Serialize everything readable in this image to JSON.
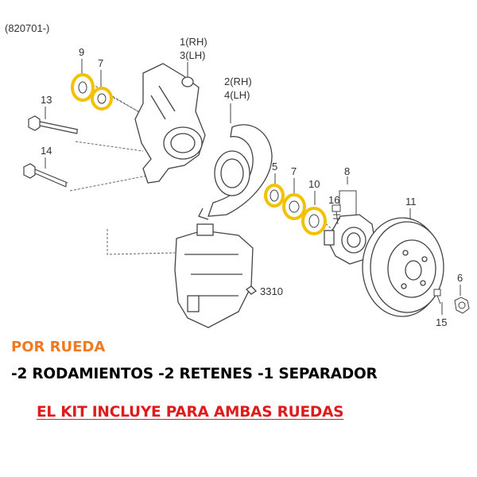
{
  "colors": {
    "accent_orange": "#f07a22",
    "alert_red": "#e01b1b",
    "highlight_ring": "#f2c200",
    "line_art": "#555555"
  },
  "diagram": {
    "header_code": "(820701-)",
    "labels": {
      "l_1_3": "1(RH)",
      "l_1_3b": "3(LH)",
      "l_2_4": "2(RH)",
      "l_2_4b": "4(LH)",
      "l_9": "9",
      "l_7a": "7",
      "l_13": "13",
      "l_14": "14",
      "l_5": "5",
      "l_7b": "7",
      "l_10": "10",
      "l_8": "8",
      "l_16": "16",
      "l_11": "11",
      "l_6": "6",
      "l_15": "15",
      "l_3310": "3310"
    }
  },
  "text": {
    "por_rueda": "POR RUEDA",
    "items": "-2 RODAMIENTOS -2 RETENES -1 SEPARADOR",
    "kit": "EL KIT INCLUYE PARA AMBAS RUEDAS"
  }
}
